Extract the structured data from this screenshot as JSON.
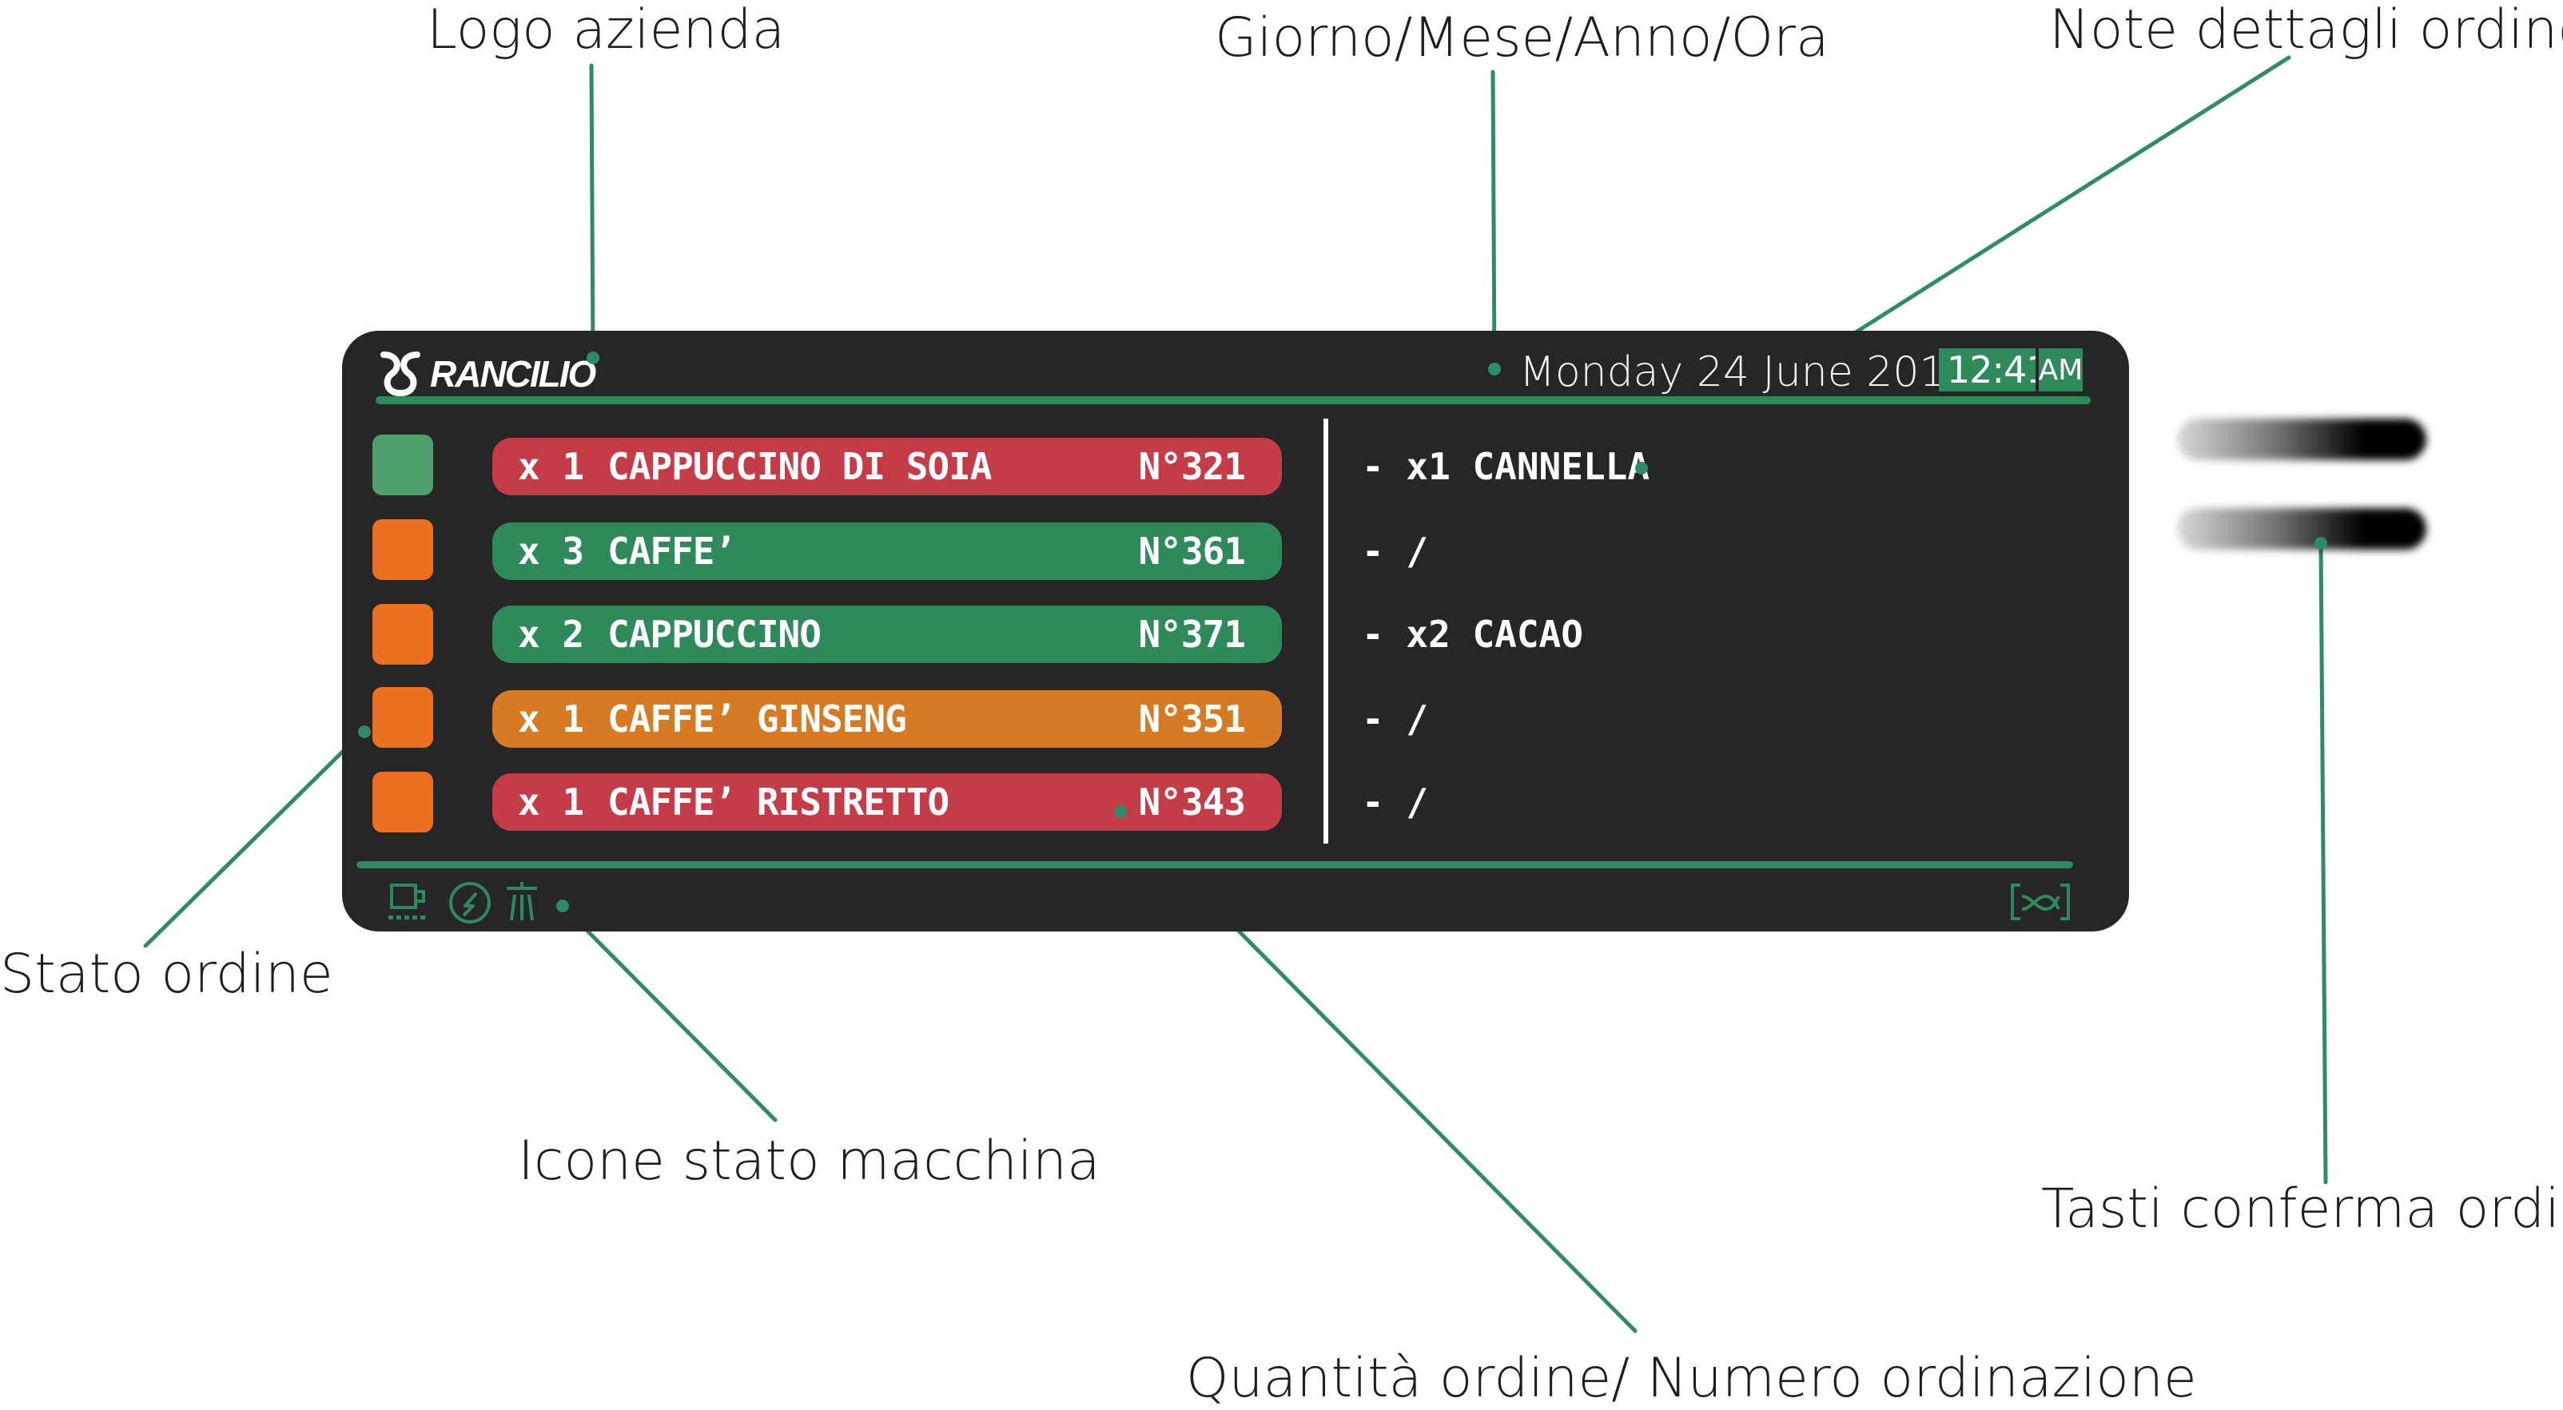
{
  "annotations": {
    "logo": "Logo azienda",
    "datetime": "Giorno/Mese/Anno/Ora",
    "notes": "Note dettagli ordine",
    "status": "Stato ordine",
    "machine_icons": "Icone stato macchina",
    "qty_number": "Quantità ordine/ Numero ordinazione",
    "confirm_buttons": "Tasti conferma ordine"
  },
  "display": {
    "brand": "RANCILIO",
    "date": "Monday 24 June 2019",
    "time": "12:41",
    "ampm": "AM",
    "orders": [
      {
        "qty": "x 1",
        "product": "CAPPUCCINO DI SOIA",
        "number": "N°321",
        "note": "- x1 CANNELLA",
        "pill_color": "#c43c47",
        "status_color": "#4f9f6c"
      },
      {
        "qty": "x 3",
        "product": "CAFFE’",
        "number": "N°361",
        "note": "- /",
        "pill_color": "#2f8a5b",
        "status_color": "#ec7020"
      },
      {
        "qty": "x 2",
        "product": "CAPPUCCINO",
        "number": "N°371",
        "note": "- x2 CACAO",
        "pill_color": "#2f8a5b",
        "status_color": "#ec7020"
      },
      {
        "qty": "x 1",
        "product": "CAFFE’ GINSENG",
        "number": "N°351",
        "note": "- /",
        "pill_color": "#d67b24",
        "status_color": "#ec7020"
      },
      {
        "qty": "x 1",
        "product": "CAFFE’ RISTRETTO",
        "number": "N°343",
        "note": "- /",
        "pill_color": "#c43c47",
        "status_color": "#ec7020"
      }
    ],
    "machine_icons": [
      "cup-icon",
      "power-icon",
      "shower-icon"
    ],
    "bracket_icon": "bracket-x-icon"
  },
  "colors": {
    "accent_green": "#2f8a5b",
    "leader_line": "#2f8a6a",
    "panel_bg": "#262626"
  }
}
